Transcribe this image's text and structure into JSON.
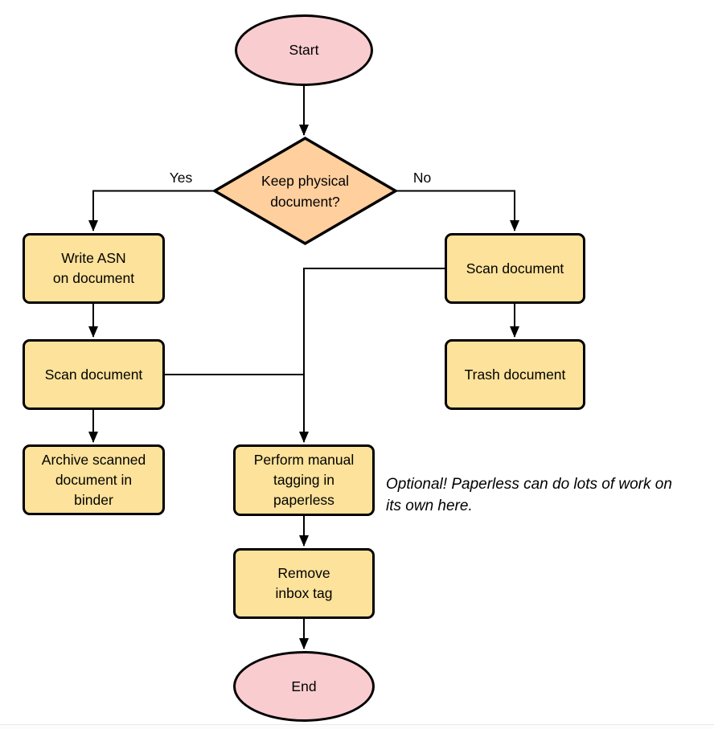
{
  "diagram": {
    "type": "flowchart",
    "nodes": {
      "start": {
        "label": "Start",
        "shape": "ellipse-terminator"
      },
      "decision": {
        "label": "Keep physical\ndocument?",
        "shape": "diamond-decision"
      },
      "write_asn": {
        "label": "Write ASN\non document",
        "shape": "rounded-rect-process"
      },
      "scan_left": {
        "label": "Scan document",
        "shape": "rounded-rect-process"
      },
      "archive": {
        "label": "Archive scanned\ndocument in\nbinder",
        "shape": "rounded-rect-process"
      },
      "scan_right": {
        "label": "Scan document",
        "shape": "rounded-rect-process"
      },
      "trash": {
        "label": "Trash document",
        "shape": "rounded-rect-process"
      },
      "tagging": {
        "label": "Perform manual\ntagging in\npaperless",
        "shape": "rounded-rect-process"
      },
      "remove_inbox_tag": {
        "label": "Remove\ninbox tag",
        "shape": "rounded-rect-process"
      },
      "end": {
        "label": "End",
        "shape": "ellipse-terminator"
      }
    },
    "edge_labels": {
      "yes": "Yes",
      "no": "No"
    },
    "edges": [
      {
        "from": "start",
        "to": "decision"
      },
      {
        "from": "decision",
        "to": "write_asn",
        "label": "Yes"
      },
      {
        "from": "decision",
        "to": "scan_right",
        "label": "No"
      },
      {
        "from": "write_asn",
        "to": "scan_left"
      },
      {
        "from": "scan_left",
        "to": "archive"
      },
      {
        "from": "scan_left",
        "to": "tagging"
      },
      {
        "from": "scan_right",
        "to": "trash"
      },
      {
        "from": "scan_right",
        "to": "tagging"
      },
      {
        "from": "tagging",
        "to": "remove_inbox_tag"
      },
      {
        "from": "remove_inbox_tag",
        "to": "end"
      }
    ],
    "note": "Optional! Paperless can do lots of work on\nits own here.",
    "colors": {
      "terminator_fill": "#f9ccd0",
      "decision_fill": "#ffcf9e",
      "process_fill": "#fce29a",
      "stroke": "#000000",
      "text": "#000000"
    }
  }
}
